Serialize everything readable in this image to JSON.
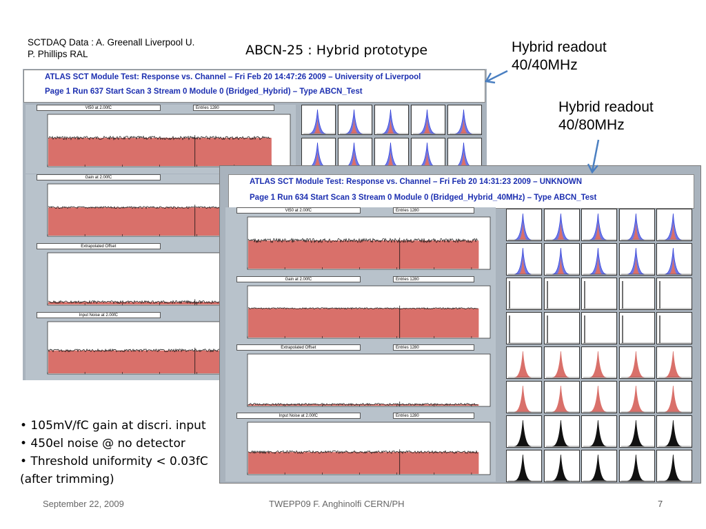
{
  "credit_line1": "SCTDAQ Data : A. Greenall Liverpool U.",
  "credit_line2": "P. Phillips RAL",
  "slide_title": "ABCN-25 : Hybrid prototype",
  "label_a_line1": "Hybrid readout",
  "label_a_line2": "40/40MHz",
  "label_b_line1": "Hybrid readout",
  "label_b_line2": "40/80MHz",
  "shot1": {
    "header1": "ATLAS SCT Module Test:  Response vs. Channel  –  Fri Feb 20 14:47:26 2009  –  University of Liverpool",
    "header2": "Page 1   Run 637   Start Scan 3   Stream 0   Module 0 (Bridged_Hybrid) – Type ABCN_Test",
    "plots": [
      {
        "title": "Vt50 at 2.00fC",
        "entries": "Entries        1280"
      },
      {
        "title": "Gain at 2.00fC",
        "entries": ""
      },
      {
        "title": "Extrapolated Offset",
        "entries": ""
      },
      {
        "title": "Input Noise at 2.00fC",
        "entries": ""
      }
    ]
  },
  "shot2": {
    "header1": "ATLAS SCT Module Test:  Response vs. Channel  –  Fri Feb 20 14:31:23 2009  –  UNKNOWN",
    "header2": "Page 1   Run 634   Start Scan 3   Stream 0   Module 0 (Bridged_Hybrid_40MHz) – Type ABCN_Test",
    "plots": [
      {
        "title": "Vt50 at 2.00fC",
        "entries": "Entries        1280"
      },
      {
        "title": "Gain at 2.00fC",
        "entries": "Entries        1280"
      },
      {
        "title": "Extrapolated Offset",
        "entries": "Entries        1280"
      },
      {
        "title": "Input Noise at 2.00fC",
        "entries": "Entries        1280"
      }
    ]
  },
  "bullets": [
    "• 105mV/fC gain at discri. input",
    "• 450el noise @ no detector",
    "• Threshold uniformity < 0.03fC",
    "(after trimming)"
  ],
  "footer_date": "September 22, 2009",
  "footer_mid": "TWEPP09      F. Anghinolfi CERN/PH",
  "footer_page": "7",
  "colors": {
    "fill": "#d9706a",
    "header_text": "#1c2fb0",
    "arrow": "#4a7fc1",
    "panel": "#a9b3bd"
  }
}
